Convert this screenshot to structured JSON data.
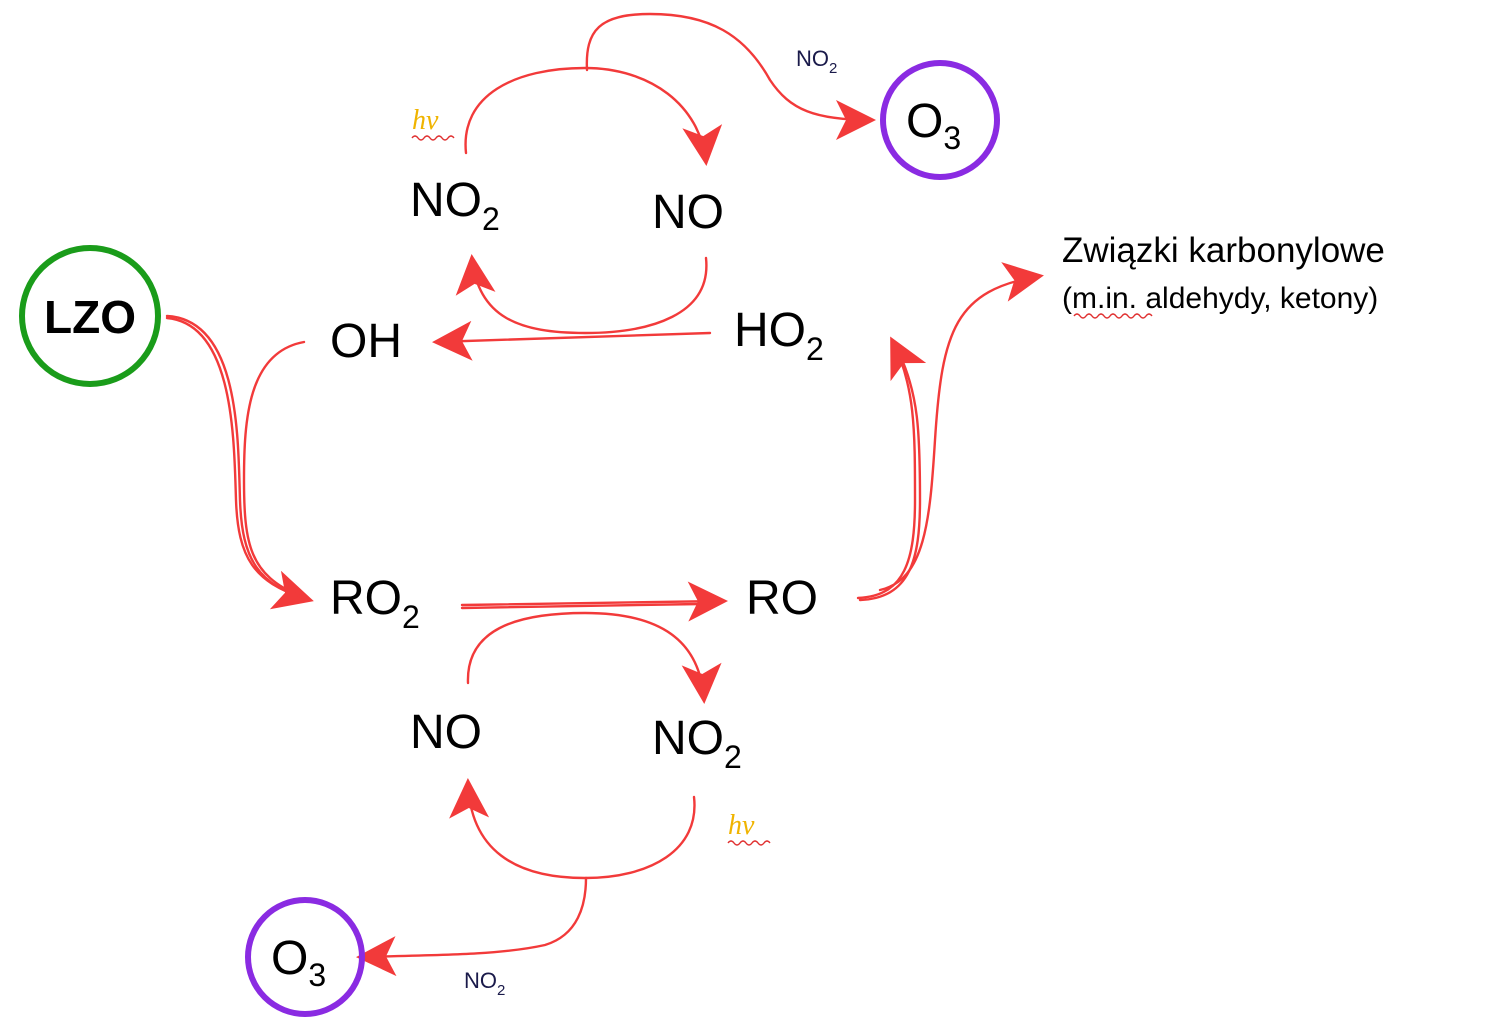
{
  "colors": {
    "arrow": "#f23a3a",
    "lzo_ring": "#1a9c1a",
    "o3_ring": "#8a2be2",
    "hv_text": "#f0b400",
    "text": "#000000"
  },
  "nodes": {
    "lzo": "LZO",
    "oh": "OH",
    "ho2": {
      "base": "HO",
      "sub": "2"
    },
    "ro2": {
      "base": "RO",
      "sub": "2"
    },
    "ro": "RO",
    "no2_top": {
      "base": "NO",
      "sub": "2"
    },
    "no_top": "NO",
    "no_bottom": "NO",
    "no2_bottom": {
      "base": "NO",
      "sub": "2"
    },
    "o3_top": {
      "base": "O",
      "sub": "3"
    },
    "o3_bottom": {
      "base": "O",
      "sub": "3"
    }
  },
  "labels": {
    "hv_top": "hv",
    "hv_bottom": "hv",
    "no2_small_top": {
      "base": "NO",
      "sub": "2"
    },
    "no2_small_bottom": {
      "base": "NO",
      "sub": "2"
    }
  },
  "carbonyl": {
    "title": "Związki karbonylowe",
    "paren_open": "(",
    "abbr": "m.in.",
    "rest": " aldehydy, ketony)"
  }
}
